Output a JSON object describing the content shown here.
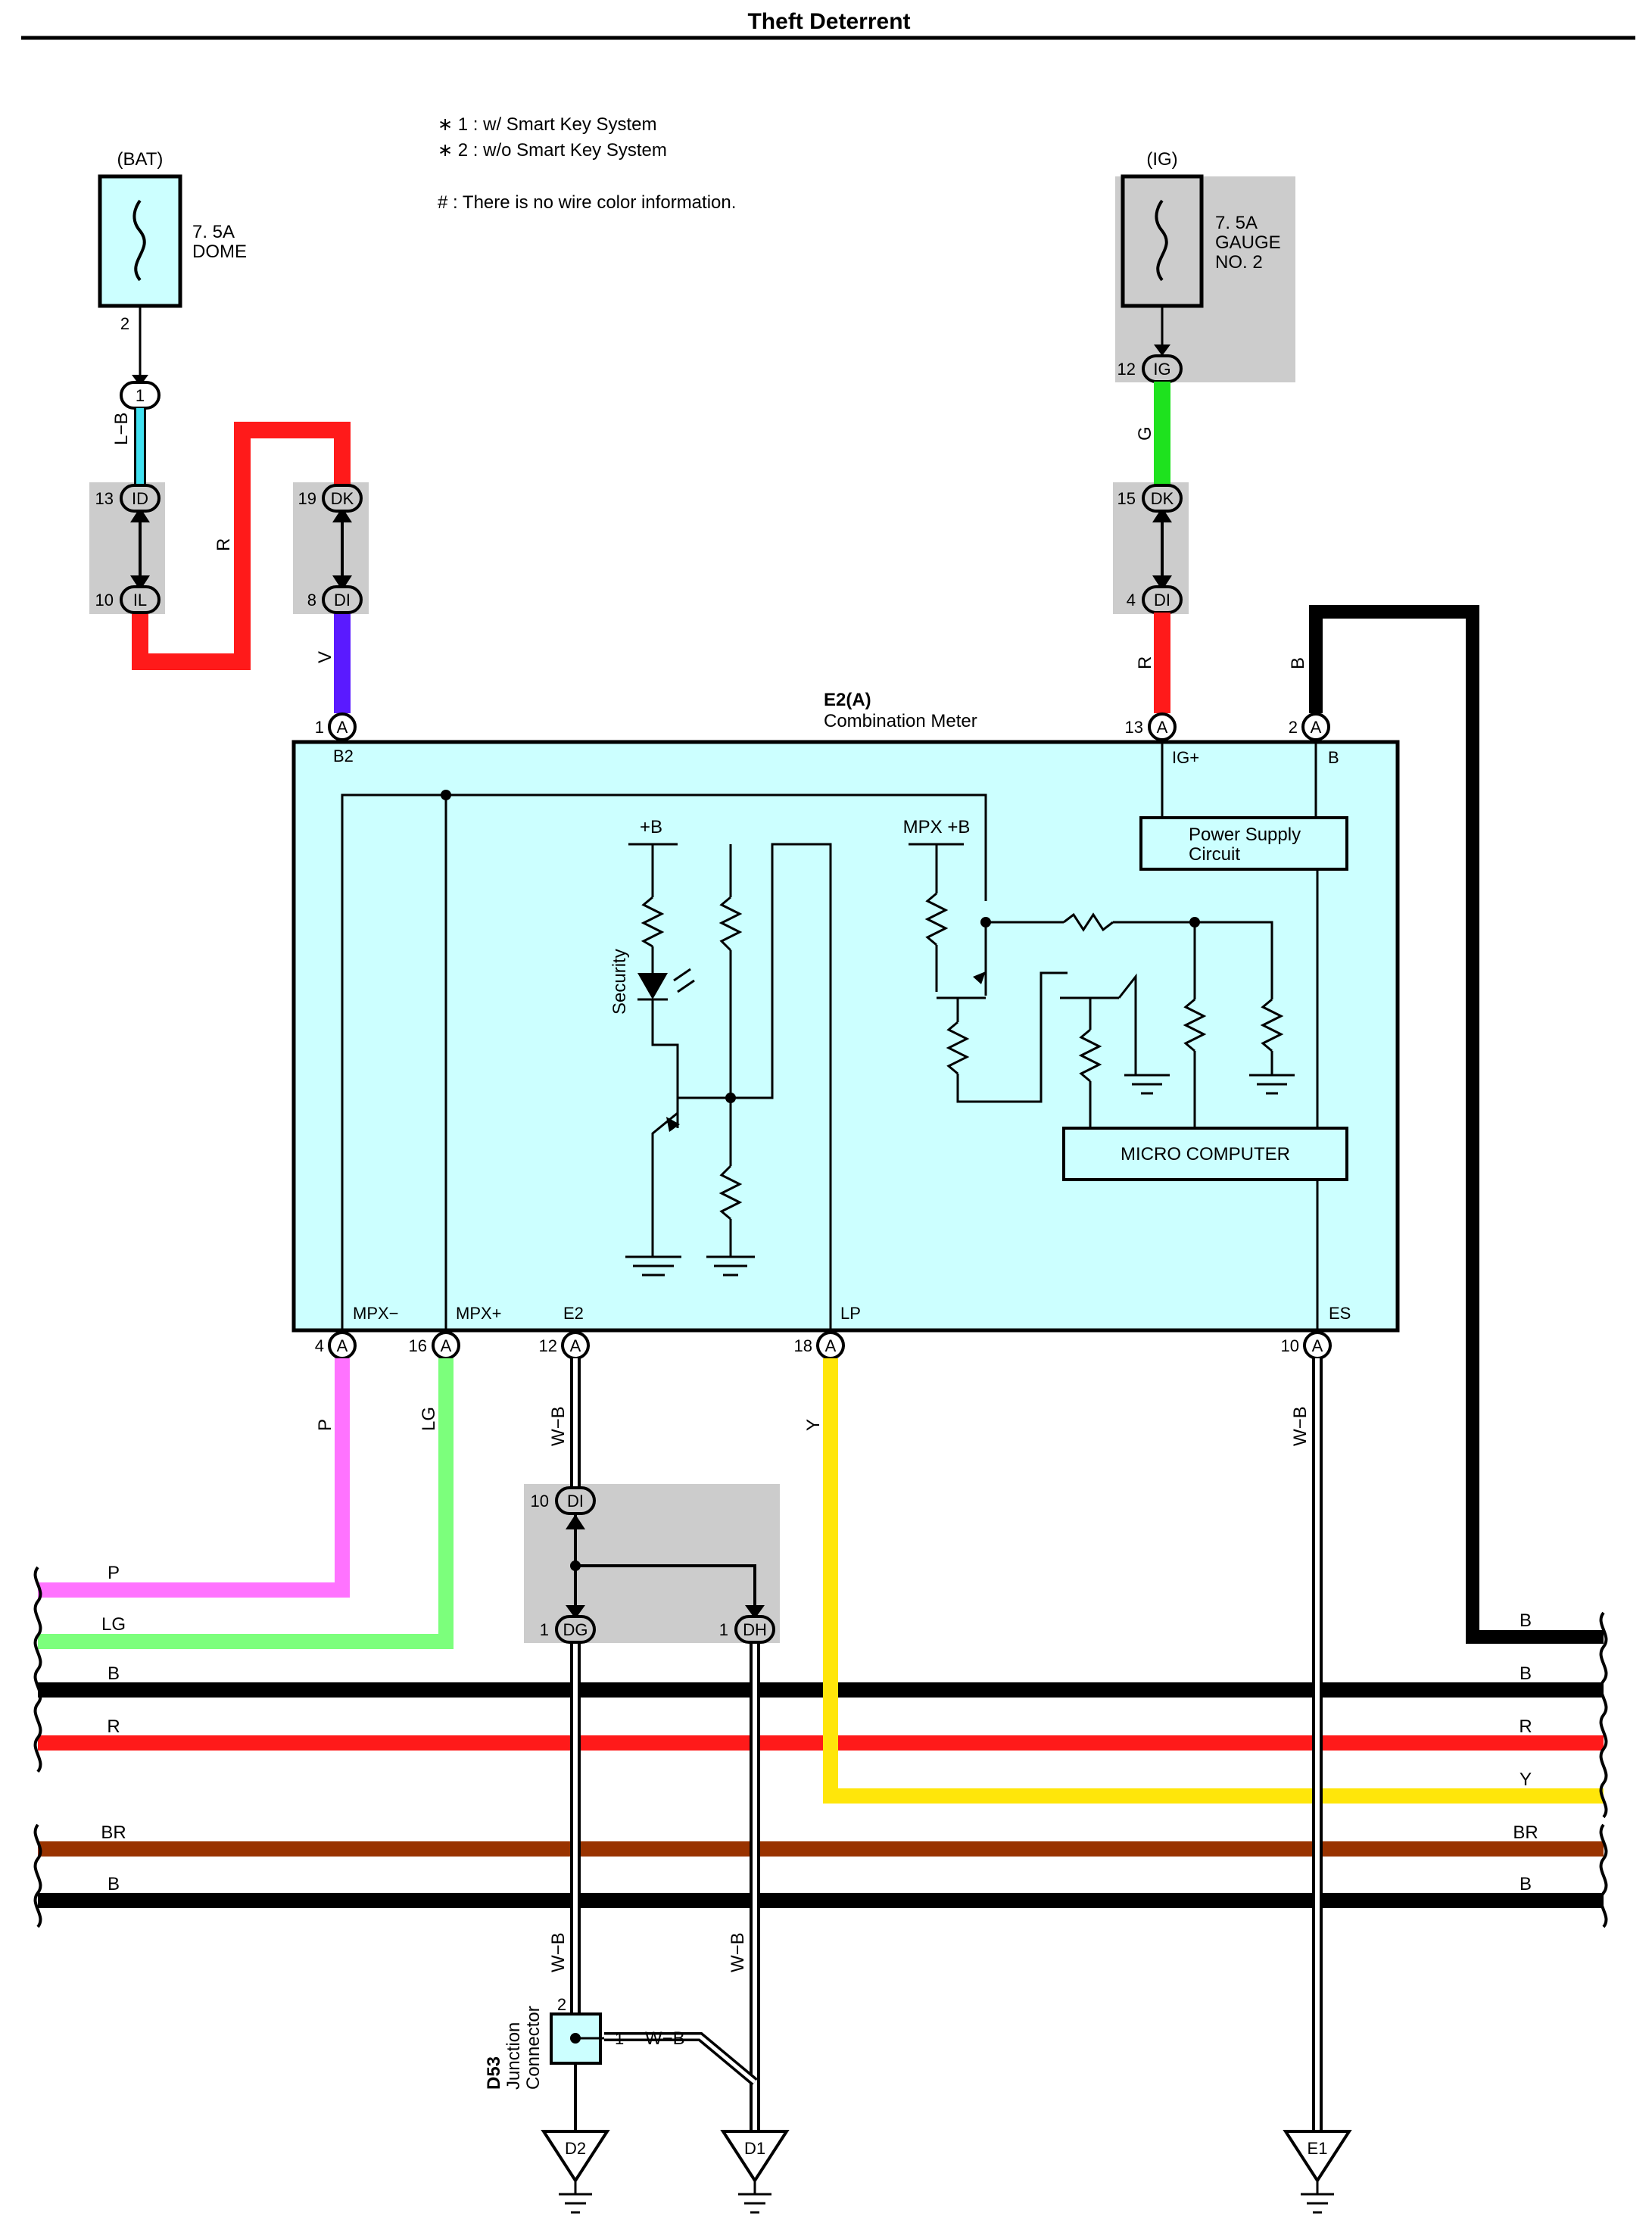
{
  "title": "Theft Deterrent",
  "notes": {
    "note1": "∗ 1 : w/ Smart Key System",
    "note2": "∗ 2 : w/o Smart Key System",
    "note3": "#  : There is no wire color information."
  },
  "fuse_bat": {
    "source": "(BAT)",
    "rating": "7. 5A",
    "name": "DOME",
    "pin": "2"
  },
  "fuse_ig": {
    "source": "(IG)",
    "rating": "7. 5A",
    "name1": "GAUGE",
    "name2": "NO. 2",
    "pin": "12",
    "connector": "IG"
  },
  "inline_connector": "1",
  "junction_left": {
    "top_pin": "13",
    "top_conn": "ID",
    "bottom_pin": "10",
    "bottom_conn": "IL"
  },
  "junction_mid": {
    "top_pin": "19",
    "top_conn": "DK",
    "bottom_pin": "8",
    "bottom_conn": "DI"
  },
  "junction_right": {
    "top_pin": "15",
    "top_conn": "DK",
    "bottom_pin": "4",
    "bottom_conn": "DI"
  },
  "junction_bottom": {
    "top_pin": "10",
    "top_conn": "DI",
    "left_pin": "1",
    "left_conn": "DG",
    "right_pin": "1",
    "right_conn": "DH"
  },
  "meter": {
    "id": "E2(A)",
    "name": "Combination Meter",
    "conn": "A",
    "pins_top": [
      {
        "num": "1",
        "term": "B2"
      },
      {
        "num": "13",
        "term": "IG+"
      },
      {
        "num": "2",
        "term": "B"
      }
    ],
    "pins_bottom": [
      {
        "num": "4",
        "term": "MPX−"
      },
      {
        "num": "16",
        "term": "MPX+"
      },
      {
        "num": "12",
        "term": "E2"
      },
      {
        "num": "18",
        "term": "LP"
      },
      {
        "num": "10",
        "term": "ES"
      }
    ],
    "power_supply": "Power Supply Circuit",
    "power_supply_line1": "Power Supply",
    "power_supply_line2": "Circuit",
    "micro": "MICRO COMPUTER",
    "plus_b": "+B",
    "mpx_plus_b": "MPX +B",
    "security": "Security"
  },
  "wire_labels": {
    "lb": "L−B",
    "r": "R",
    "v": "V",
    "g": "G",
    "r2": "R",
    "b": "B",
    "p": "P",
    "lg": "LG",
    "wb": "W−B",
    "y": "Y",
    "wb2": "W−B",
    "wb3": "W−B",
    "wb4": "W−B",
    "wb5": "W−B"
  },
  "bus": {
    "left": [
      "P",
      "LG",
      "B",
      "R",
      "BR",
      "B"
    ],
    "right": [
      "B",
      "B",
      "R",
      "Y",
      "BR",
      "B"
    ]
  },
  "junction_connector": {
    "id": "D53",
    "line1": "Junction",
    "line2": "Connector",
    "pin2": "2",
    "pin1": "1"
  },
  "grounds": [
    "D2",
    "D1",
    "E1"
  ],
  "colors": {
    "red": "#ff1a1a",
    "black": "#000000",
    "light_blue": "#40e0f0",
    "violet": "#5a1aff",
    "green": "#1ee21e",
    "pink": "#ff73ff",
    "light_green": "#7cff7c",
    "yellow": "#ffe60a",
    "brown": "#993300",
    "meter_fill": "#ccffff",
    "junction_gray": "#cccccc"
  }
}
